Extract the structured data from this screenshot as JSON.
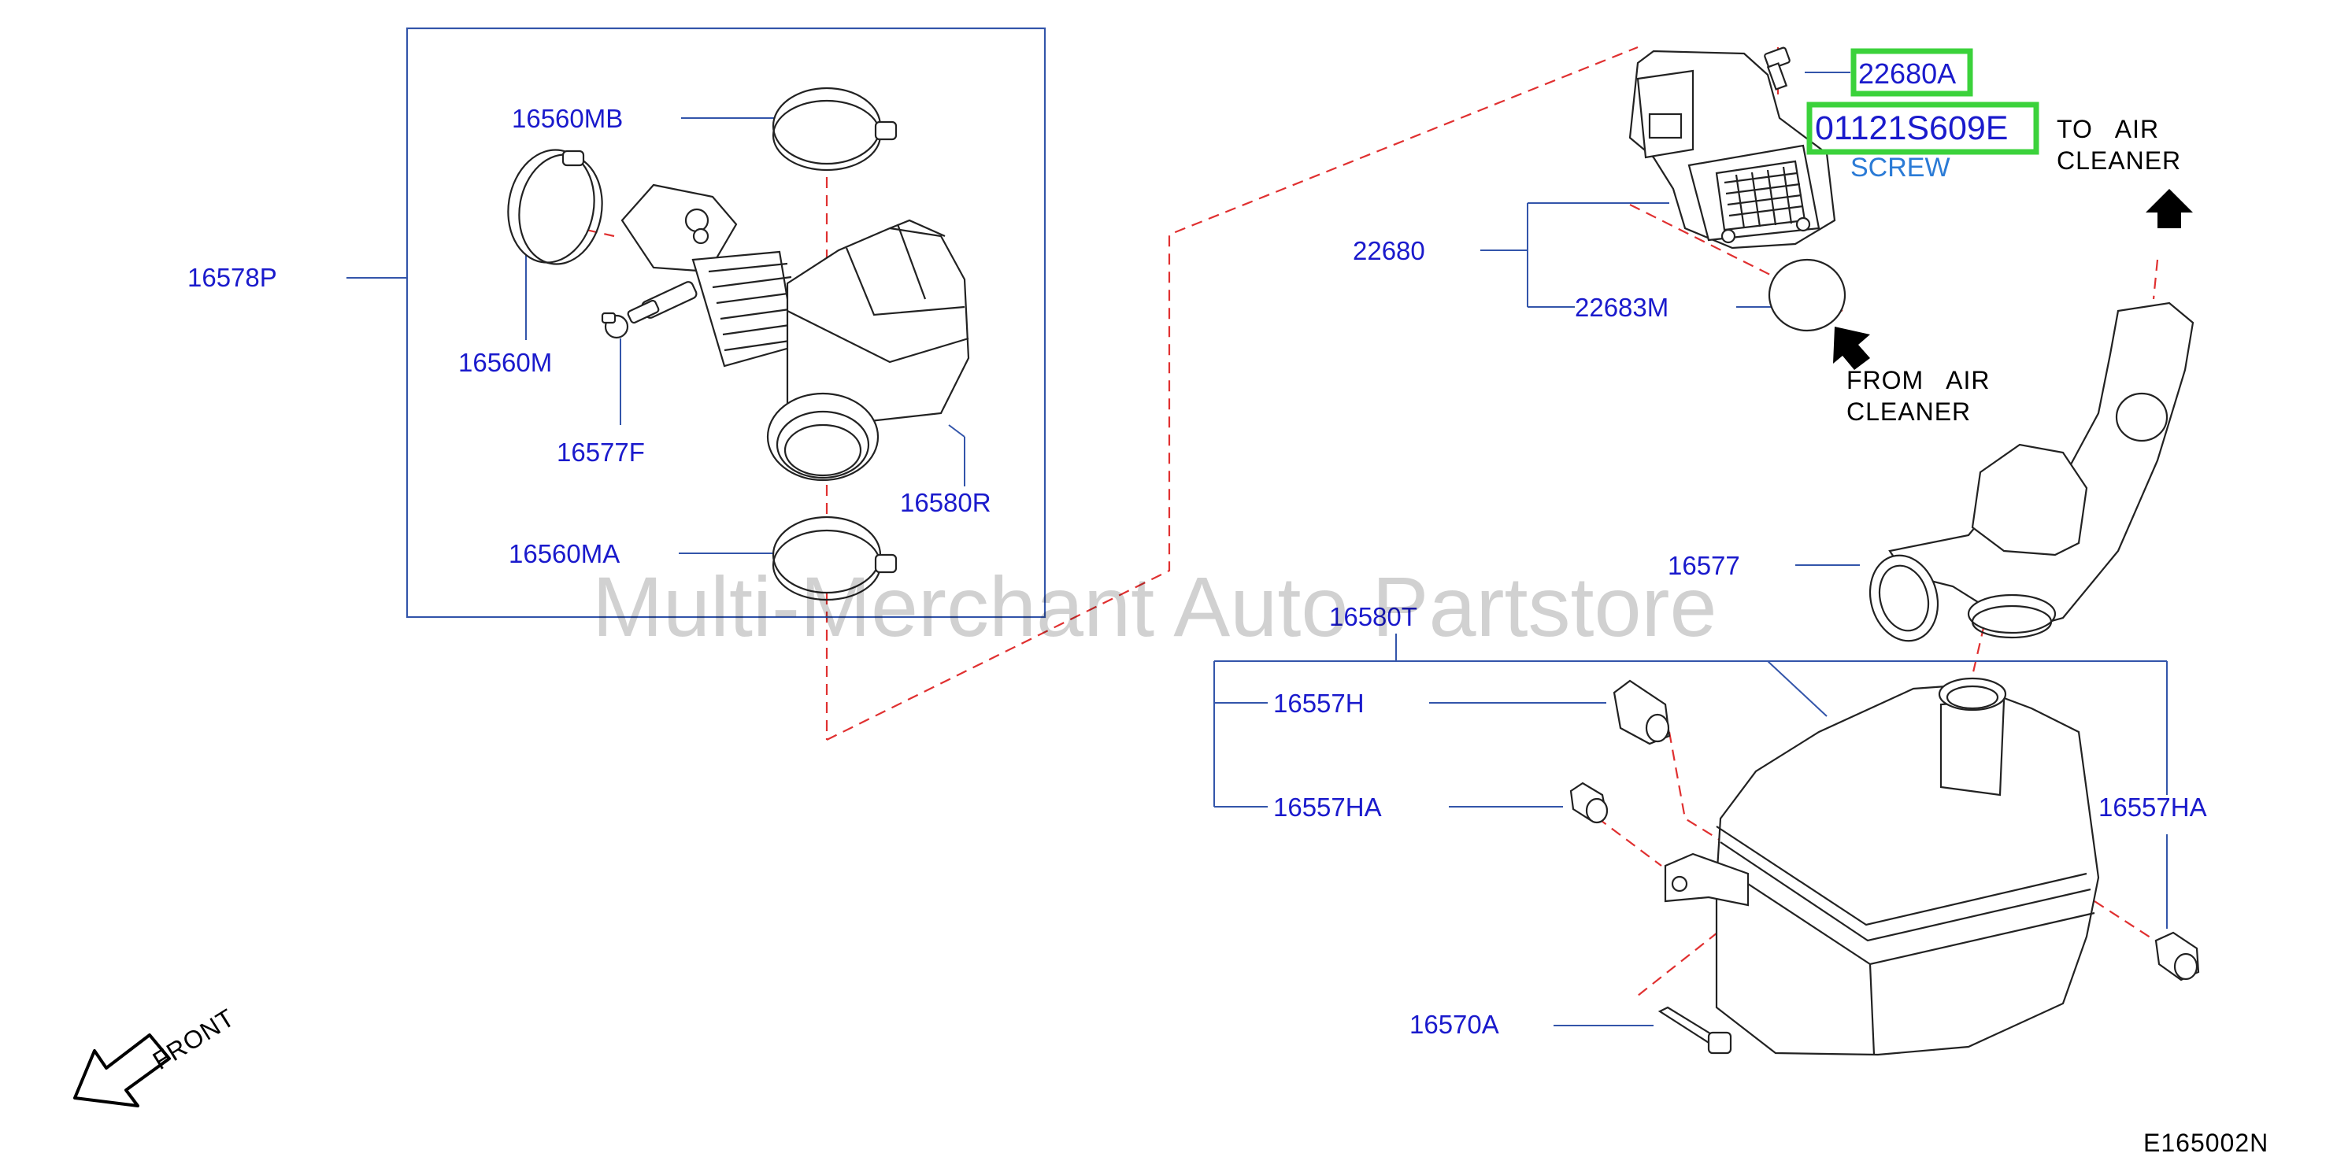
{
  "diagram": {
    "watermark": "Multi-Merchant Auto Partstore",
    "figure_code": "E165002N",
    "parts": {
      "p16578P": "16578P",
      "p16560MB": "16560MB",
      "p16560M": "16560M",
      "p16577F": "16577F",
      "p16580R": "16580R",
      "p16560MA": "16560MA",
      "p22680A": "22680A",
      "p01121S609E": "01121S609E",
      "p22680": "22680",
      "p22683M": "22683M",
      "p16577": "16577",
      "p16580T": "16580T",
      "p16557H": "16557H",
      "p16557HA_left": "16557HA",
      "p16557HA_right": "16557HA",
      "p16570A": "16570A"
    },
    "notes": {
      "screw": "SCREW",
      "to_air_1": "TO   AIR",
      "to_air_2": "CLEANER",
      "from_air_1": "FROM   AIR",
      "from_air_2": "CLEANER",
      "front": "FRONT"
    },
    "colors": {
      "label": "#1a1acc",
      "highlight": "#3bd23b",
      "dash": "#e03030",
      "leader": "#3355aa"
    }
  }
}
